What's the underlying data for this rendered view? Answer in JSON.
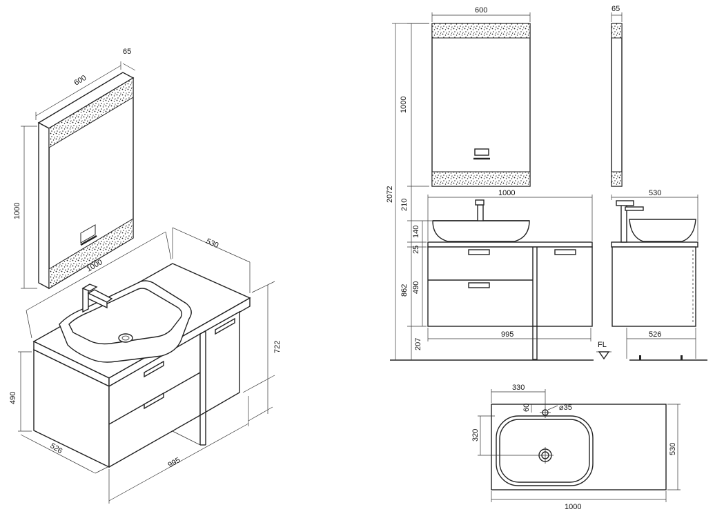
{
  "iso_view": {
    "mirror_width": "600",
    "mirror_depth": "65",
    "mirror_height": "1000",
    "top_width": "1000",
    "top_depth": "530",
    "total_height": "722",
    "cabinet_height": "490",
    "cabinet_depth": "526",
    "cabinet_width": "995"
  },
  "front_view": {
    "mirror_width": "600",
    "mirror_height": "1000",
    "overall_height": "2072",
    "gap_to_mirror": "210",
    "top_width": "1000",
    "basin_height": "140",
    "top_thickness": "25",
    "cabinet_height": "490",
    "floor_to_top": "862",
    "cabinet_width": "995",
    "leg_height": "207",
    "floor_label": "FL"
  },
  "side_view": {
    "mirror_depth": "65",
    "top_depth": "530",
    "cabinet_depth": "526"
  },
  "plan_view": {
    "hole_offset_x": "330",
    "hole_offset_y": "60",
    "hole_diameter": "⌀35",
    "basin_depth": "320",
    "top_depth": "530",
    "top_width": "1000"
  },
  "colors": {
    "line": "#222222",
    "background": "#ffffff"
  }
}
